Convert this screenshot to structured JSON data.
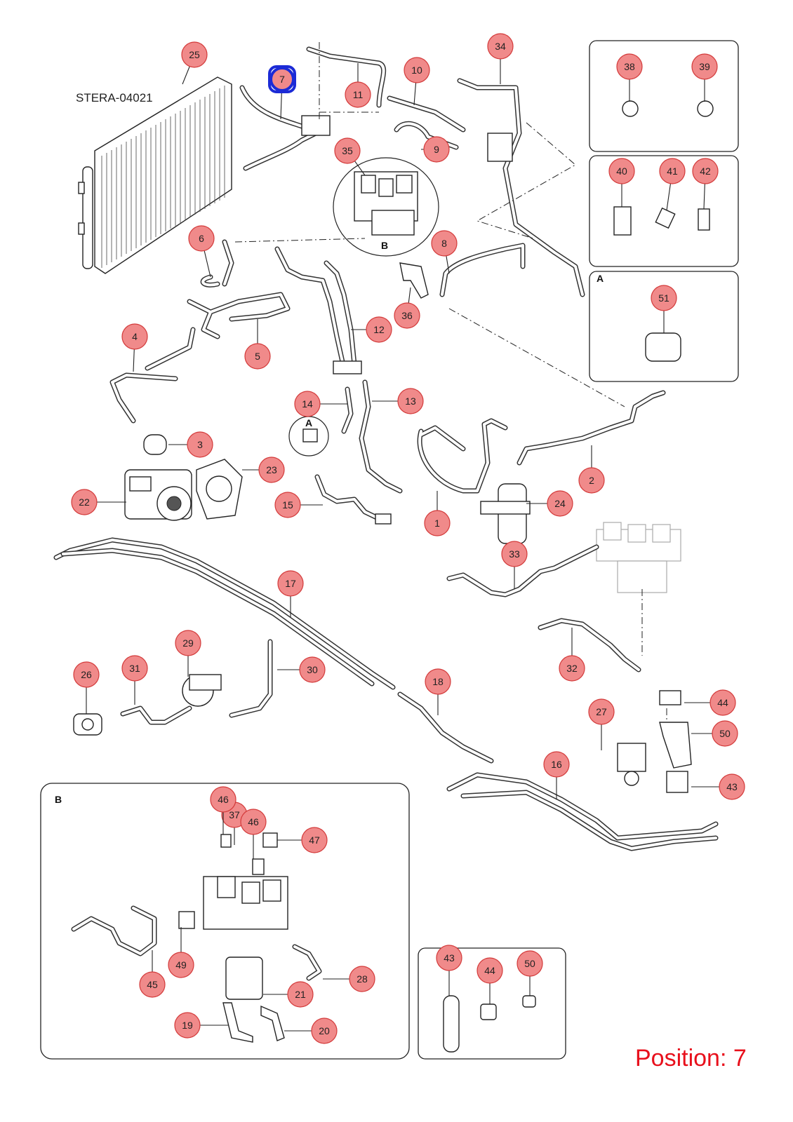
{
  "reference_code": "STERA-04021",
  "position_label": "Position: 7",
  "highlighted_callout": "7",
  "colors": {
    "callout_fill": "#f08a8a",
    "callout_stroke": "#d33a3a",
    "highlight_ring": "#1c2bd6",
    "position_text": "#e8101c"
  },
  "inset_labels": {
    "a": "A",
    "b": "B"
  },
  "detail_marks": {
    "a": "A",
    "b": "B"
  },
  "callouts": [
    "1",
    "2",
    "3",
    "4",
    "5",
    "6",
    "7",
    "8",
    "9",
    "10",
    "11",
    "12",
    "13",
    "14",
    "15",
    "16",
    "17",
    "18",
    "19",
    "20",
    "21",
    "22",
    "23",
    "24",
    "25",
    "26",
    "27",
    "28",
    "29",
    "30",
    "31",
    "32",
    "33",
    "34",
    "35",
    "36",
    "37",
    "38",
    "39",
    "40",
    "41",
    "42",
    "43",
    "44",
    "45",
    "46",
    "47",
    "49",
    "50",
    "51"
  ]
}
